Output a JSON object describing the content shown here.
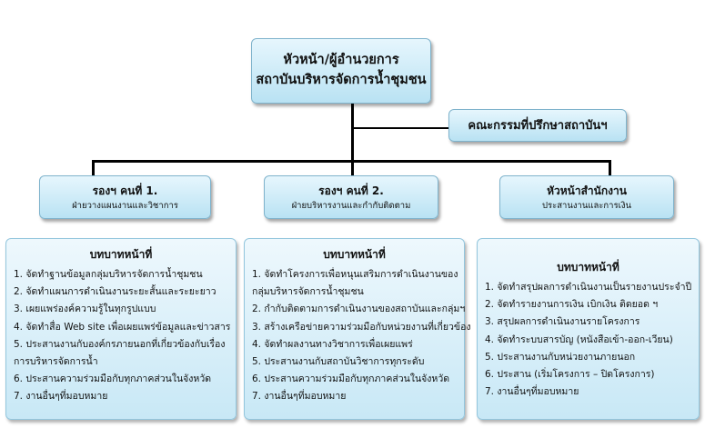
{
  "head": {
    "line1": "หัวหน้า/ผู้อำนวยการ",
    "line2": "สถาบันบริหารจัดการน้ำชุมชน"
  },
  "advisory": {
    "label": "คณะกรรมที่ปรึกษาสถาบันฯ"
  },
  "units": [
    {
      "title": "รองฯ คนที่ 1.",
      "subtitle": "ฝ่ายวางแผนงานและวิชาการ",
      "duties_heading": "บทบาทหน้าที่",
      "duties": [
        "1. จัดทำฐานข้อมูลกลุ่มบริหารจัดการน้ำชุมชน",
        "2. จัดทำแผนการดำเนินงานระยะสั้นและระยะยาว",
        "3. เผยแพร่องค์ความรู้ในทุกรูปแบบ",
        "4. จัดทำสื่อ Web site เพื่อเผยแพร่ข้อมูลและข่าวสาร",
        "5. ประสานงานกับองค์กรภายนอกที่เกี่ยวข้องกับเรื่อง",
        "การบริหารจัดการน้ำ",
        "6. ประสานความร่วมมือกับทุกภาคส่วนในจังหวัด",
        "7. งานอื่นๆที่มอบหมาย"
      ]
    },
    {
      "title": "รองฯ คนที่ 2.",
      "subtitle": "ฝ่ายบริหารงานและกำกับติดตาม",
      "duties_heading": "บทบาทหน้าที่",
      "duties": [
        "1. จัดทำโครงการเพื่อหนุนเสริมการดำเนินงานของ",
        "กลุ่มบริหารจัดการน้ำชุมชน",
        "2. กำกับติดตามการดำเนินงานของสถาบันและกลุ่มฯ",
        "3. สร้างเครือข่ายความร่วมมือกับหน่วยงานที่เกี่ยวข้อง",
        "4. จัดทำผลงานทางวิชาการเพื่อเผยแพร่",
        "5. ประสานงานกับสถาบันวิชาการทุกระดับ",
        "6. ประสานความร่วมมือกับทุกภาคส่วนในจังหวัด",
        "7. งานอื่นๆที่มอบหมาย"
      ]
    },
    {
      "title": "หัวหน้าสำนักงาน",
      "subtitle": "ประสานงานและการเงิน",
      "duties_heading": "บทบาทหน้าที่",
      "duties": [
        "1. จัดทำสรุปผลการดำเนินงานเป็นรายงานประจำปี",
        "2. จัดทำรายงานการเงิน เบิกเงิน ติดยอด ฯ",
        "3. สรุปผลการดำเนินงานรายโครงการ",
        "4. จัดทำระบบสารบัญ (หนังสือเข้า-ออก-เวียน)",
        "5. ประสานงานกับหน่วยงานภายนอก",
        "6. ประสาน (เริ่มโครงการ – ปิดโครงการ)",
        "7. งานอื่นๆที่มอบหมาย"
      ]
    }
  ]
}
